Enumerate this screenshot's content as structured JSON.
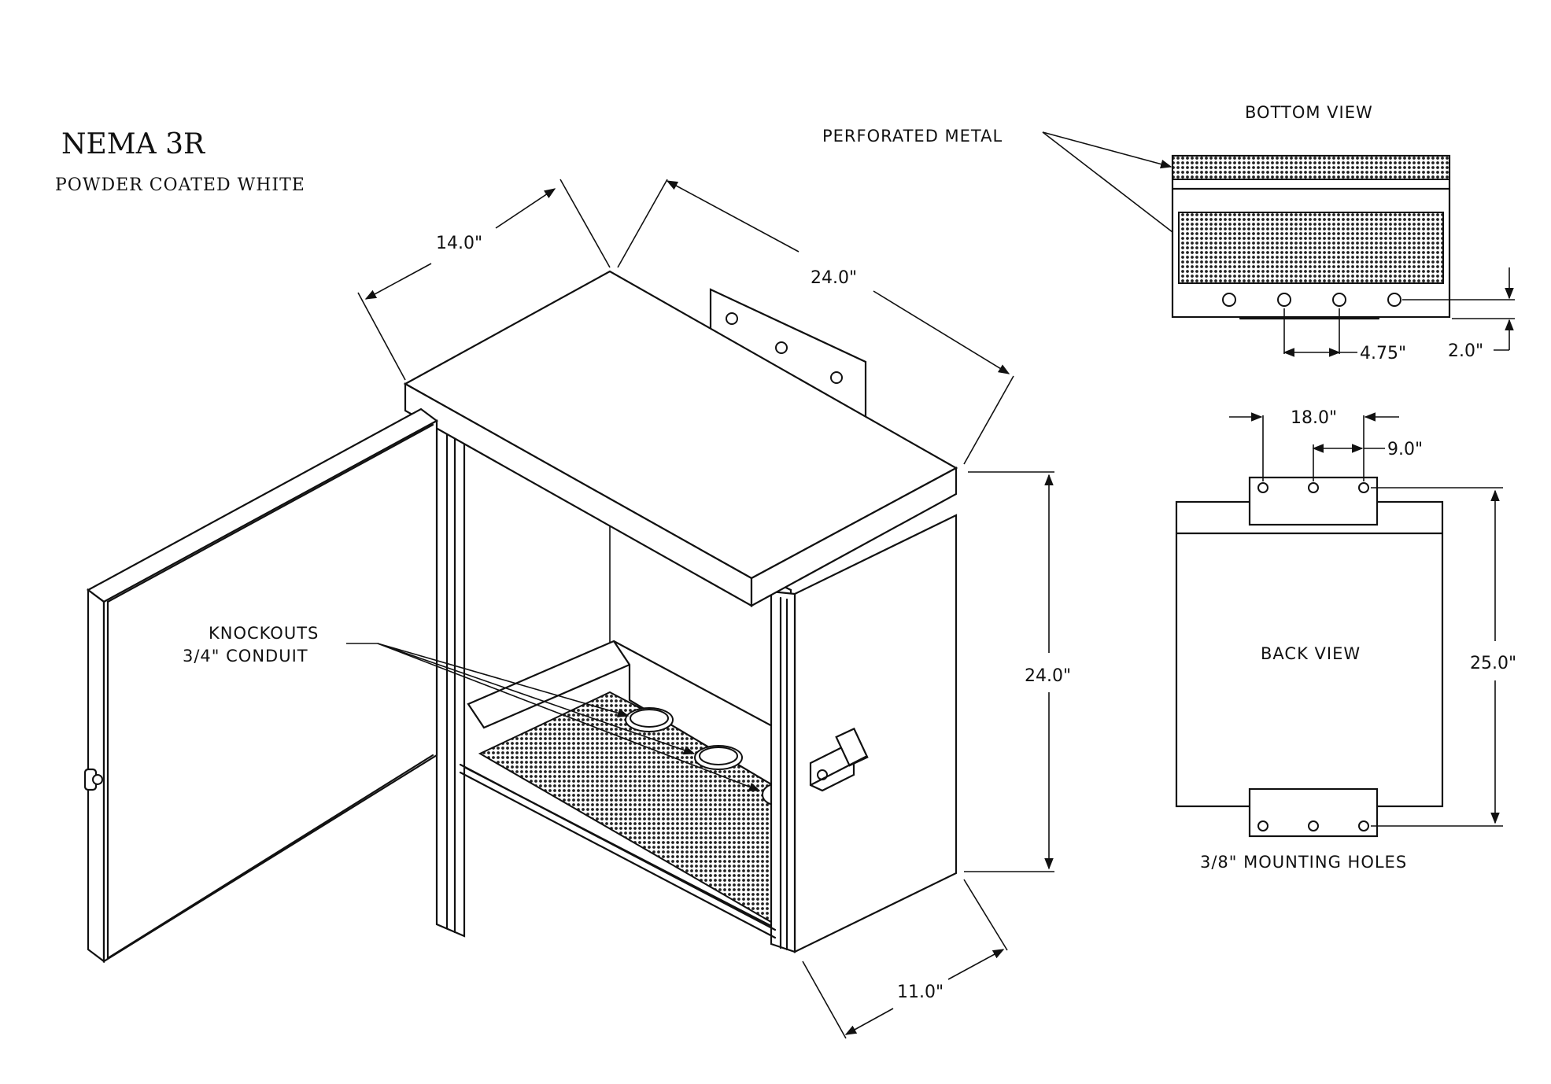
{
  "title": "NEMA  3R",
  "subtitle": "POWDER  COATED  WHITE",
  "labels": {
    "perforated_metal": "PERFORATED  METAL",
    "bottom_view": "BOTTOM  VIEW",
    "back_view": "BACK  VIEW",
    "knockouts_line1": "KNOCKOUTS",
    "knockouts_line2": "3/4\"  CONDUIT",
    "mounting_holes": "3/8\"  MOUNTING  HOLES"
  },
  "dimensions": {
    "depth_top": "14.0\"",
    "width_top": "24.0\"",
    "height_side": "24.0\"",
    "depth_bottom": "11.0\"",
    "bottom_hole_spacing": "4.75\"",
    "bottom_hole_offset": "2.0\"",
    "bracket_width": "18.0\"",
    "bracket_hole_spacing": "9.0\"",
    "overall_height": "25.0\""
  }
}
